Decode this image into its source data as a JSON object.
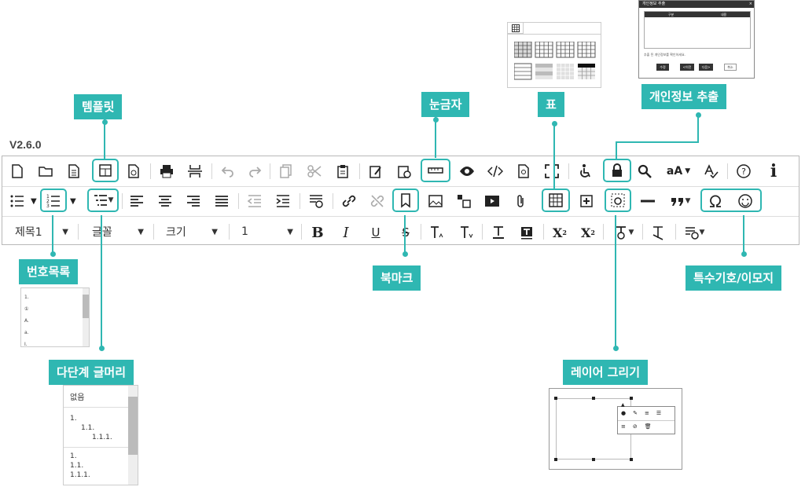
{
  "version": "V2.6.0",
  "labels": {
    "template": "템플릿",
    "ruler": "눈금자",
    "table": "표",
    "privacy": "개인정보 추출",
    "numbered_list": "번호목록",
    "bookmark": "북마크",
    "special_chars": "특수기호/이모지",
    "multilevel": "다단계 글머리",
    "layer_draw": "레이어 그리기"
  },
  "toolbar": {
    "heading_value": "제목1",
    "font_value": "글꼴",
    "size_value": "크기",
    "line_value": "1",
    "font_case": "aA",
    "bold": "B",
    "italic": "I",
    "underline": "U",
    "strike": "S",
    "superscript": "X",
    "subscript": "X",
    "info": "i"
  },
  "numbered_list_preview": [
    "1.",
    "①",
    "A.",
    "a.",
    "I."
  ],
  "multilevel_preview": {
    "none": "없음",
    "group1": [
      "1.",
      "1.1.",
      "1.1.1."
    ],
    "group2": [
      "1.",
      "1.1.",
      "1.1.1."
    ]
  },
  "privacy_dialog": {
    "title": "개인정보 추출",
    "col1": "구분",
    "col2": "내용",
    "note": "추출 된 개인정보를 확인하세요.",
    "btn1": "수정",
    "btn2": "<이전",
    "btn3": "다음>",
    "btn4": "취소"
  },
  "colors": {
    "accent": "#2fb7b2"
  }
}
